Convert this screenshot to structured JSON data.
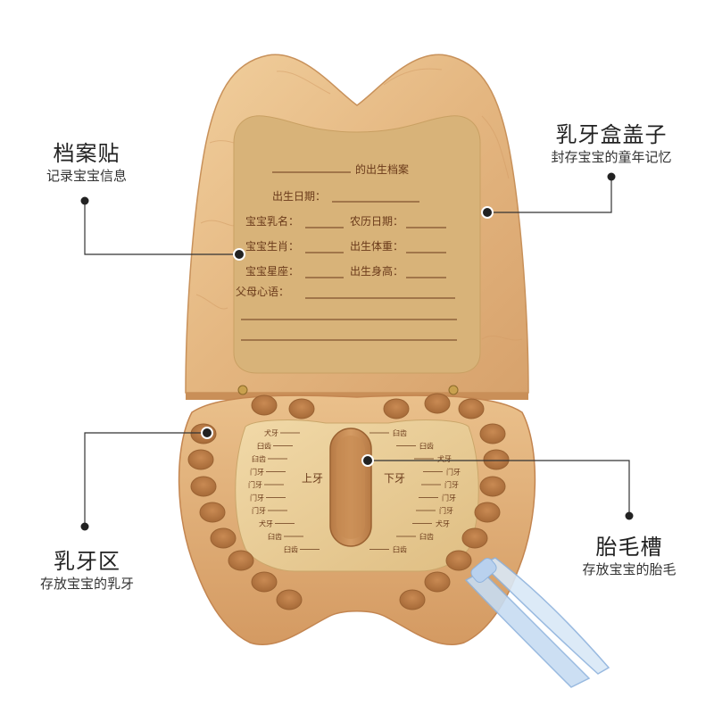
{
  "callouts": {
    "archive_sticker": {
      "title": "档案贴",
      "subtitle": "记录宝宝信息"
    },
    "lid": {
      "title": "乳牙盒盖子",
      "subtitle": "封存宝宝的童年记忆"
    },
    "tooth_area": {
      "title": "乳牙区",
      "subtitle": "存放宝宝的乳牙"
    },
    "hair_slot": {
      "title": "胎毛槽",
      "subtitle": "存放宝宝的胎毛"
    }
  },
  "card": {
    "heading": "的出生档案",
    "fields": {
      "birth_date": "出生日期：",
      "nickname": "宝宝乳名：",
      "lunar_date": "农历日期：",
      "zodiac": "宝宝生肖：",
      "birth_weight": "出生体重：",
      "constellation": "宝宝星座：",
      "birth_height": "出生身高：",
      "parents_words": "父母心语："
    }
  },
  "tooth_panel": {
    "upper": "上牙",
    "lower": "下牙",
    "left_labels": [
      "犬牙",
      "臼齿",
      "臼齿",
      "门牙",
      "门牙",
      "门牙",
      "门牙",
      "犬牙",
      "臼齿",
      "臼齿"
    ],
    "right_labels": [
      "臼齿",
      "臼齿",
      "犬牙",
      "门牙",
      "门牙",
      "门牙",
      "门牙",
      "犬牙",
      "臼齿",
      "臼齿"
    ]
  },
  "colors": {
    "wood_light": "#ecc48f",
    "wood_mid": "#dca873",
    "wood_dark": "#b57a45",
    "kraft_card": "#d9b37a",
    "gold_panel": "#e7c98e",
    "tweezers": "#a9c8ec",
    "callout_line": "#333333"
  }
}
